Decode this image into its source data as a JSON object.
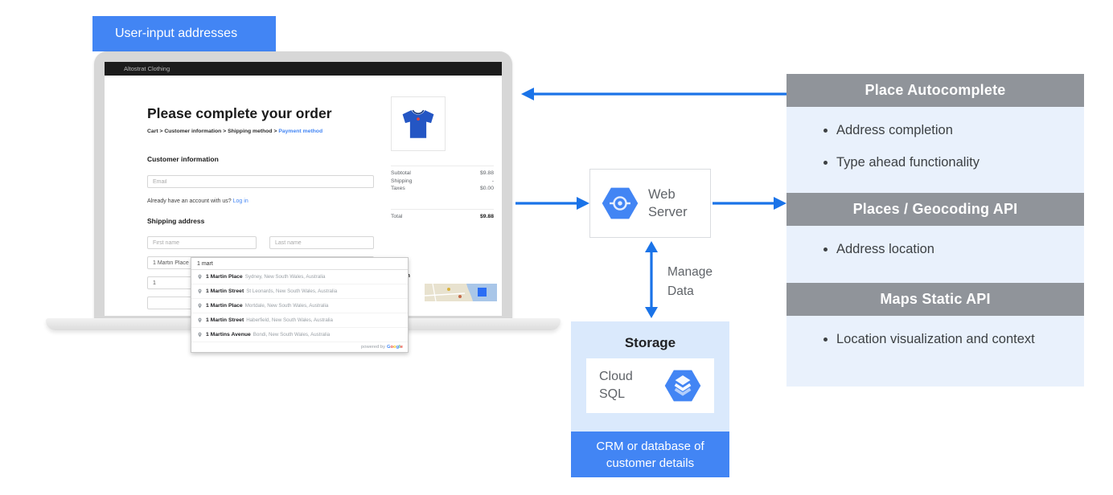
{
  "colors": {
    "accent_blue": "#4285F4",
    "arrow_blue": "#1A73E8",
    "header_gray": "#90949A",
    "panel_bg": "#E9F1FC",
    "storage_bg": "#DAE9FC"
  },
  "diagram": {
    "user_input_label": "User-input addresses",
    "manage_data_label": "Manage\nData",
    "web_server_label": "Web Server",
    "storage": {
      "title": "Storage",
      "service_label": "Cloud SQL",
      "caption": "CRM or database of customer details"
    },
    "api_panels": [
      {
        "title": "Place Autocomplete",
        "bullets": [
          "Address completion",
          "Type ahead functionality"
        ]
      },
      {
        "title": "Places / Geocoding API",
        "bullets": [
          "Address location"
        ]
      },
      {
        "title": "Maps Static API",
        "bullets": [
          "Location visualization and context"
        ]
      }
    ]
  },
  "browser": {
    "site_title": "Altostrat Clothing",
    "checkout": {
      "heading": "Please complete your order",
      "breadcrumb_main": "Cart > Customer information > Shipping method > ",
      "breadcrumb_last": "Payment method",
      "customer_info_label": "Customer information",
      "email_placeholder": "Email",
      "account_prompt": "Already have an account with us?",
      "login_link": "Log in",
      "shipping_label": "Shipping address",
      "first_name_placeholder": "First name",
      "last_name_placeholder": "Last name",
      "address_value": "1 Martin Place",
      "address_line2_value": "1",
      "heading_fragment": "ation",
      "autocomplete": {
        "query": "1 mart",
        "suggestions": [
          {
            "main": "1 Martin Place",
            "secondary": "Sydney, New South Wales, Australia"
          },
          {
            "main": "1 Martin Street",
            "secondary": "St Leonards, New South Wales, Australia"
          },
          {
            "main": "1 Martin Place",
            "secondary": "Mortdale, New South Wales, Australia"
          },
          {
            "main": "1 Martin Street",
            "secondary": "Haberfield, New South Wales, Australia"
          },
          {
            "main": "1 Martins Avenue",
            "secondary": "Bondi, New South Wales, Australia"
          }
        ],
        "attribution": "powered by",
        "brand_letters": [
          {
            "c": "G",
            "color": "#4285F4"
          },
          {
            "c": "o",
            "color": "#EA4335"
          },
          {
            "c": "o",
            "color": "#FBBC05"
          },
          {
            "c": "g",
            "color": "#4285F4"
          },
          {
            "c": "l",
            "color": "#34A853"
          },
          {
            "c": "e",
            "color": "#EA4335"
          }
        ]
      },
      "summary": {
        "rows": [
          {
            "label": "Subtotal",
            "value": "$9.88"
          },
          {
            "label": "Shipping",
            "value": "-"
          },
          {
            "label": "Taxes",
            "value": "$0.00"
          }
        ],
        "total_label": "Total",
        "total_value": "$9.88"
      }
    }
  }
}
